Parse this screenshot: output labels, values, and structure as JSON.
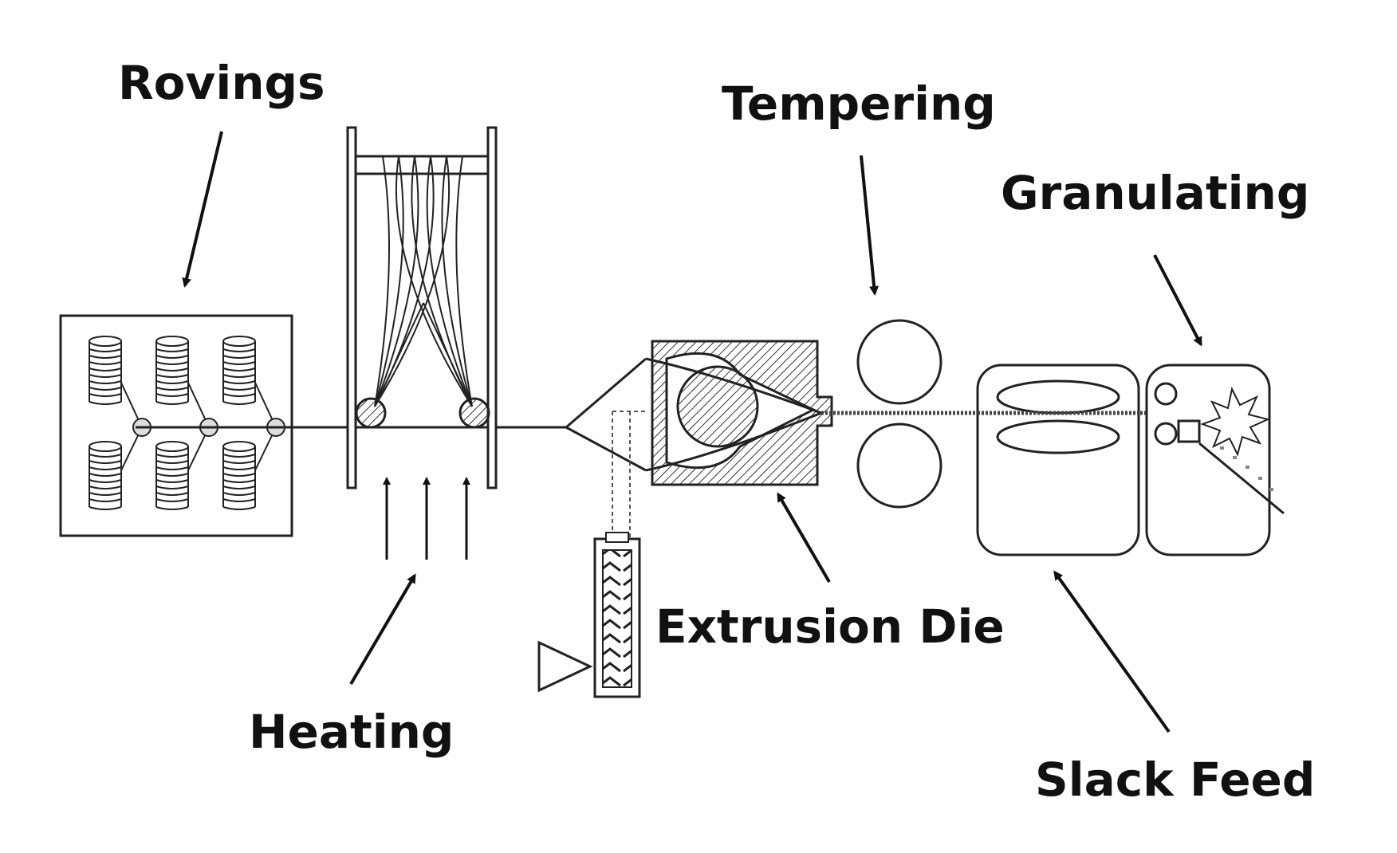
{
  "labels": {
    "rovings": "Rovings",
    "tempering": "Tempering",
    "granulating": "Granulating",
    "heating": "Heating",
    "extrusion_die": "Extrusion Die",
    "slack_feed": "Slack Feed"
  }
}
